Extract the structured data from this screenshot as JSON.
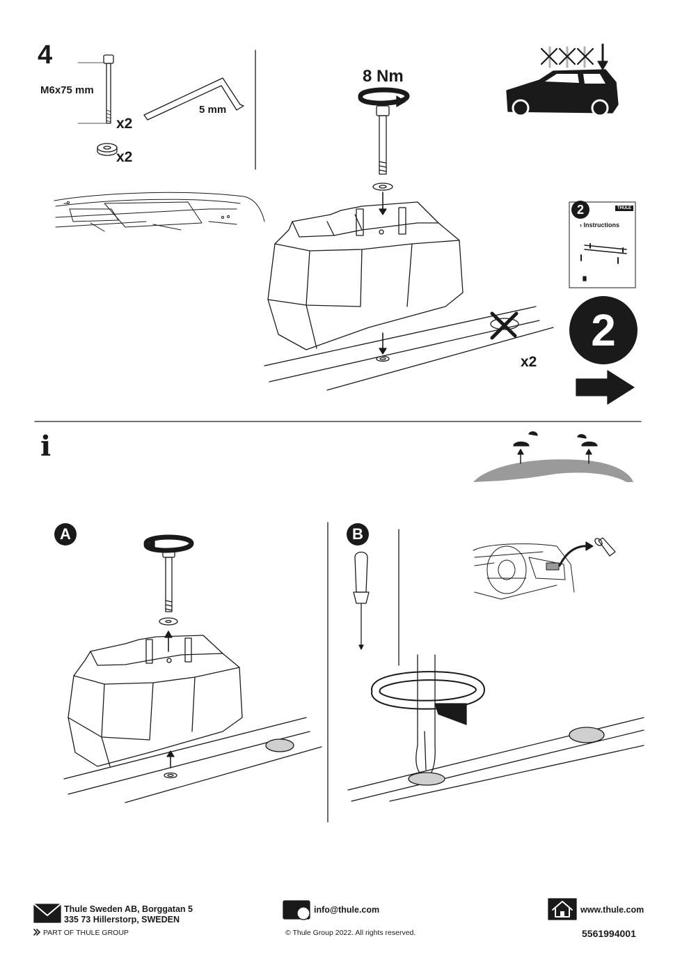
{
  "step": {
    "number": "4",
    "bolt_label": "M6x75 mm",
    "bolt_qty": "x2",
    "washer_qty": "x2",
    "wrench_label": "5 mm",
    "torque_label": "8 Nm",
    "mount_qty": "x2",
    "next_step_number": "2",
    "booklet_number": "2",
    "booklet_title": "› Instructions",
    "booklet_brand": "THULE"
  },
  "info": {
    "icon_glyph": "i"
  },
  "panels": {
    "a_label": "A",
    "b_label": "B"
  },
  "footer": {
    "address_line1": "Thule Sweden AB, Borggatan 5",
    "address_line2": "335 73 Hillerstorp, SWEDEN",
    "group_label": "PART OF THULE GROUP",
    "email": "info@thule.com",
    "copyright": "© Thule Group 2022. All rights reserved.",
    "website": "www.thule.com",
    "doc_number": "5561994001"
  },
  "colors": {
    "ink": "#1a1a1a",
    "grey": "#9a9a9a",
    "light_grey": "#cfcfcf"
  }
}
